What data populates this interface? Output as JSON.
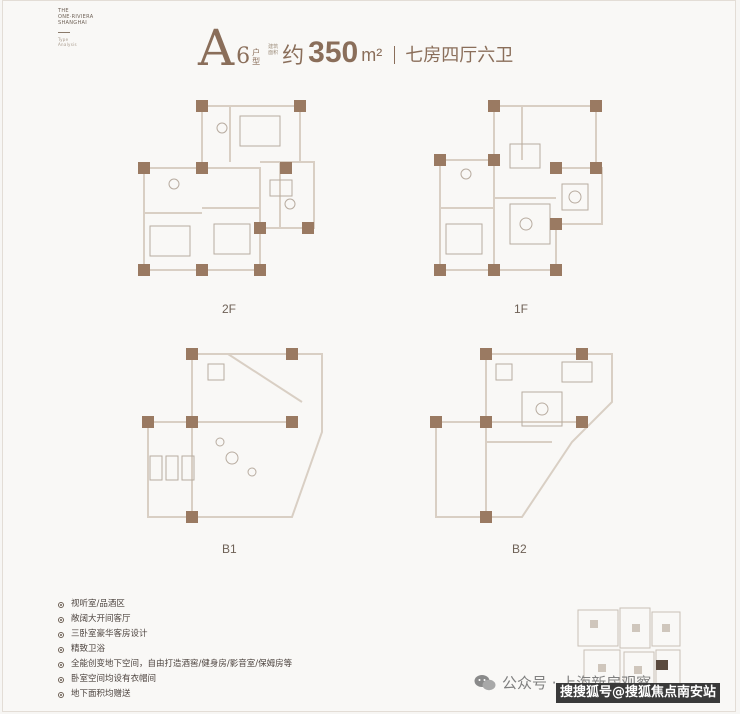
{
  "brand": {
    "line1": "THE",
    "line2": "ONE·RIVIERA",
    "line3": "SHANGHAI",
    "sub1": "Type",
    "sub2": "Analysis"
  },
  "header": {
    "letter": "A",
    "number": "6",
    "type_chars": [
      "户",
      "型"
    ],
    "area_label": [
      "建筑",
      "面积"
    ],
    "approx": "约",
    "area": "350",
    "unit": "m²",
    "rooms": "七房四厅六卫"
  },
  "floors": {
    "f2": "2F",
    "f1": "1F",
    "b1": "B1",
    "b2": "B2"
  },
  "features": [
    "视听室/品酒区",
    "敞阔大开间客厅",
    "三卧室豪华客房设计",
    "精致卫浴",
    "全能创变地下空间，自由打造酒窖/健身房/影音室/保姆房等",
    "卧室空间均设有衣帽间",
    "地下面积均赠送"
  ],
  "wechat": {
    "text": "公众号 · 上海新房观察"
  },
  "watermark": {
    "text": "搜搜狐号@搜狐焦点南安站"
  },
  "colors": {
    "accent": "#8a6e5a",
    "column": "#9a7a62",
    "wall": "#d9cfc4",
    "text": "#4e4540"
  }
}
